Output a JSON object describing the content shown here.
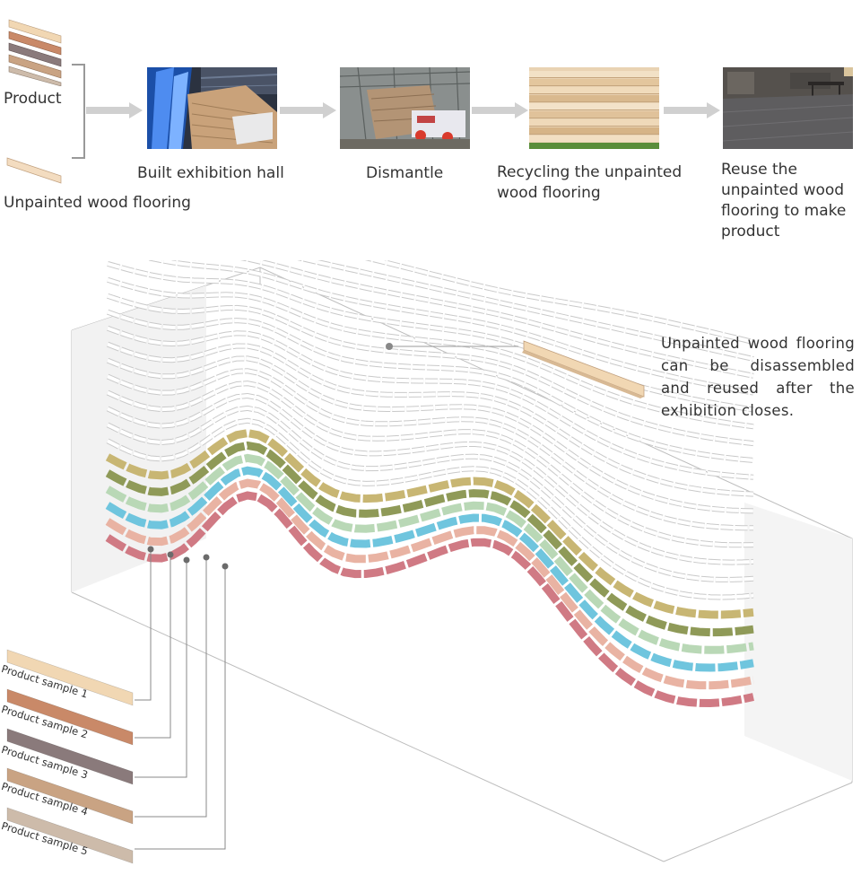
{
  "process": {
    "product_label": "Product",
    "unpainted_label": "Unpainted wood flooring",
    "steps": [
      {
        "label": "Built exhibition hall"
      },
      {
        "label": "Dismantle"
      },
      {
        "label": "Recycling the unpainted wood flooring"
      },
      {
        "label": "Reuse the unpainted wood flooring to make product"
      }
    ]
  },
  "annotation": {
    "text": "Unpainted wood flooring can be disassembled and reused after the exhibition closes."
  },
  "samples": [
    {
      "label": "Product sample 1",
      "color": "#f1d7b3"
    },
    {
      "label": "Product sample 2",
      "color": "#c98968"
    },
    {
      "label": "Product sample 3",
      "color": "#8a7a7b"
    },
    {
      "label": "Product sample 4",
      "color": "#c9a383"
    },
    {
      "label": "Product sample 5",
      "color": "#cdbbaa"
    }
  ],
  "band_colors": [
    "#c8b673",
    "#8f9a58",
    "#b9d8b6",
    "#6fc5de",
    "#e9b3a3",
    "#d07a84"
  ]
}
